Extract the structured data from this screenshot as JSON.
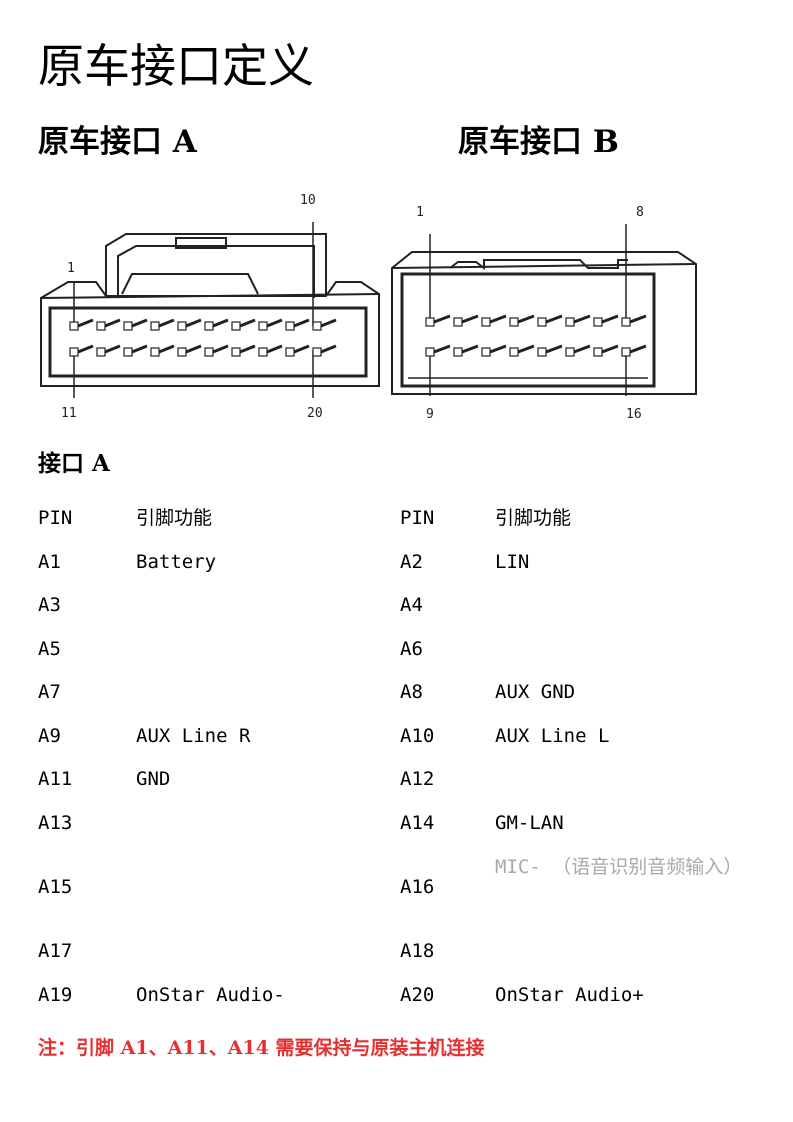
{
  "page": {
    "title": "原车接口定义",
    "connector_a_title": "原车接口 A",
    "connector_b_title": "原车接口 B"
  },
  "diagram_a": {
    "pin_label_top_left": "1",
    "pin_label_top_right": "10",
    "pin_label_bottom_left": "11",
    "pin_label_bottom_right": "20"
  },
  "diagram_b": {
    "pin_label_top_left": "1",
    "pin_label_top_right": "8",
    "pin_label_bottom_left": "9",
    "pin_label_bottom_right": "16"
  },
  "table": {
    "section_title": "接口 A",
    "header_pin": "PIN",
    "header_function": "引脚功能",
    "rows": [
      {
        "left_pin": "A1",
        "left_func": "Battery",
        "right_pin": "A2",
        "right_func": "LIN"
      },
      {
        "left_pin": "A3",
        "left_func": "",
        "right_pin": "A4",
        "right_func": ""
      },
      {
        "left_pin": "A5",
        "left_func": "",
        "right_pin": "A6",
        "right_func": ""
      },
      {
        "left_pin": "A7",
        "left_func": "",
        "right_pin": "A8",
        "right_func": "AUX GND"
      },
      {
        "left_pin": "A9",
        "left_func": "AUX Line R",
        "right_pin": "A10",
        "right_func": "AUX Line L"
      },
      {
        "left_pin": "A11",
        "left_func": "GND",
        "right_pin": "A12",
        "right_func": ""
      },
      {
        "left_pin": "A13",
        "left_func": "",
        "right_pin": "A14",
        "right_func": "GM-LAN"
      },
      {
        "left_pin": "A15",
        "left_func": "",
        "right_pin": "A16",
        "right_func": "MIC- （语音识别音频输入）"
      },
      {
        "left_pin": "A17",
        "left_func": "",
        "right_pin": "A18",
        "right_func": ""
      },
      {
        "left_pin": "A19",
        "left_func": "OnStar Audio-",
        "right_pin": "A20",
        "right_func": "OnStar Audio+"
      }
    ]
  },
  "note": "注：引脚 A1、A11、A14 需要保持与原装主机连接",
  "colors": {
    "note": "#e53030",
    "faded_text": "#a9a9a9"
  }
}
